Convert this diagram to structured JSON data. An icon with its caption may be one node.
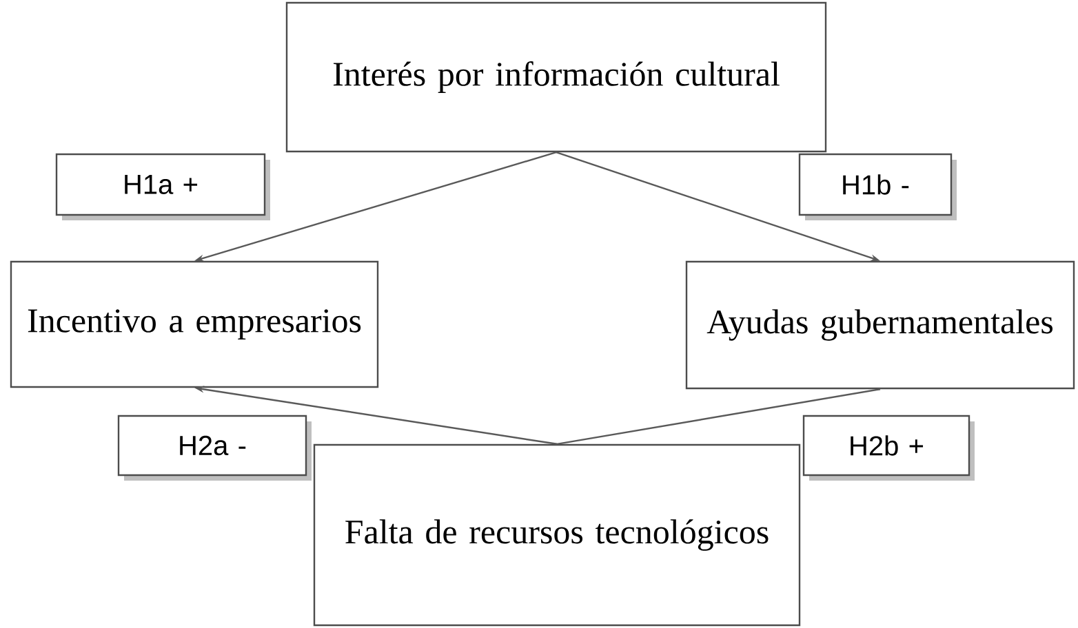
{
  "diagram": {
    "nodes": [
      {
        "text": [
          "Interés por información cultural"
        ]
      },
      {
        "text": [
          "Incentivo a empresarios"
        ]
      },
      {
        "text": [
          "Ayudas gubernamentales"
        ]
      },
      {
        "text": [
          "Falta de recursos tecnológicos"
        ]
      },
      {
        "text": [
          "H1a +"
        ]
      },
      {
        "text": [
          "H1b -"
        ]
      },
      {
        "text": [
          "H2a -"
        ]
      },
      {
        "text": [
          "H2b +"
        ]
      }
    ],
    "edges": [
      {
        "from": 0,
        "to": 1,
        "arrow": "to"
      },
      {
        "from": 0,
        "to": 2,
        "arrow": "to"
      },
      {
        "from": 3,
        "to": 1,
        "arrow": "to"
      },
      {
        "from": 3,
        "to": 2,
        "arrow": "none"
      }
    ]
  }
}
